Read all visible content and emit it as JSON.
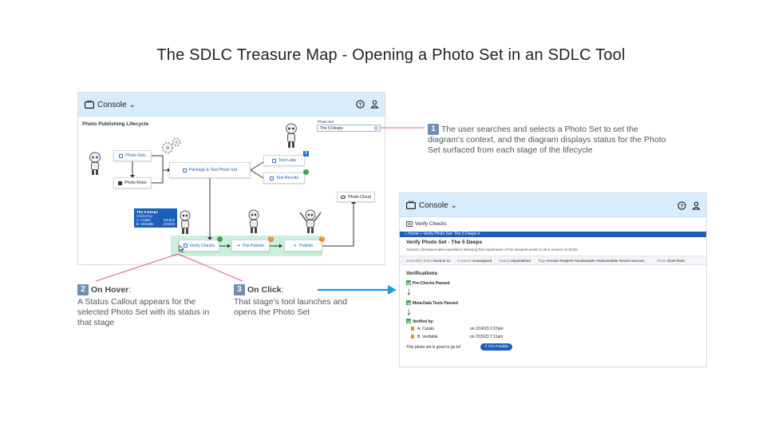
{
  "title": "The SDLC Treasure Map - Opening a Photo Set in an SDLC Tool",
  "left_panel": {
    "header": {
      "console": "Console"
    },
    "diagram_title": "Photo Publishing Lifecycle",
    "photo_set": {
      "label": "Photo Set",
      "value": "The 5 Deeps"
    },
    "nodes": {
      "photo_sets": "Photo Sets",
      "photo_repo": "Photo Repo",
      "package_test": "Package & Test Photo Set",
      "test_labs": "Test Labs",
      "test_results": "Test Results",
      "photo_cloud": "Photo Cloud",
      "verify_checks": "Verify Checks",
      "pre_publish": "Pre-Publish",
      "publish": "Publish"
    },
    "badges": {
      "test_labs": "5",
      "pre_publish": "!",
      "publish": "!"
    },
    "callout": {
      "title": "The 5 Deeps",
      "subtitle": "Verified by:",
      "rows": [
        {
          "name": "A. Curato",
          "date": "2/14/23"
        },
        {
          "name": "B. Veritable",
          "date": "2/15/23"
        }
      ]
    }
  },
  "steps": [
    {
      "num": "1",
      "heading": "",
      "text": "The user searches and selects a Photo Set to set the diagram's context, and the diagram displays status for the Photo Set surfaced from each stage of the lifecycle"
    },
    {
      "num": "2",
      "heading": "On Hover",
      "text": "A Status Callout appears for the selected Photo Set with its status in that stage"
    },
    {
      "num": "3",
      "heading": "On Click",
      "text": "That stage's tool launches and opens the Photo Set"
    }
  ],
  "right_panel": {
    "header": {
      "console": "Console"
    },
    "section": "Verify Checks",
    "breadcrumb": {
      "home": "Home",
      "sep": "»",
      "current": "Verify Photo Set: The 5 Deeps"
    },
    "heading": "Verify Photo Set - The 5 Deeps",
    "description": "Oceanic photojournalist expedition following first exploration of the deepest points in all 5 oceans on Earth.",
    "meta": [
      {
        "label": "Journalist Team",
        "value": "Oceans 11"
      },
      {
        "label": "Curators",
        "value": "Unassigned"
      },
      {
        "label": "Status",
        "value": "Unpublished"
      },
      {
        "label": "Tags",
        "value": "#ocean #explore #underwater #submersible #victor-vescovo"
      },
      {
        "label": "Years",
        "value": "2018-2019"
      }
    ],
    "verifications_title": "Verifications",
    "checks": [
      "Pre-Checks Passed",
      "Meta-Data Tests Passed",
      "Verified by:"
    ],
    "arrow_glyph": "↓",
    "verifiers": [
      {
        "name": "A. Curato",
        "on": "on 2/14/23 2:37pm"
      },
      {
        "name": "B. Veritable",
        "on": "on 2/15/23 7:11am"
      }
    ],
    "footer": {
      "message": "This photo set is good to go to!",
      "button": "Pre-Publish"
    }
  },
  "colors": {
    "header_bg": "#d9ecfb",
    "accent_blue": "#1d5fb8",
    "green_band": "#c9f0dc",
    "pink_line": "#e0579b",
    "arrow_blue": "#1a9be8",
    "check_green": "#3aa655",
    "badge_orange": "#f08a24"
  }
}
